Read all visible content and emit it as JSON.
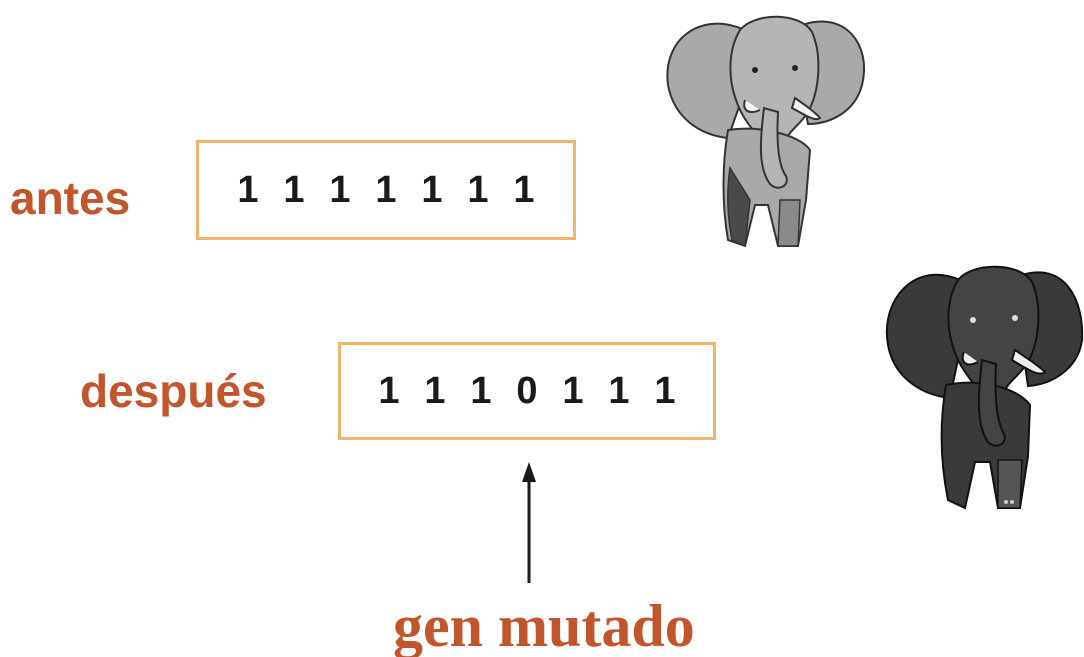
{
  "diagram": {
    "before_label": "antes",
    "after_label": "después",
    "before_bits": [
      "1",
      "1",
      "1",
      "1",
      "1",
      "1",
      "1"
    ],
    "after_bits": [
      "1",
      "1",
      "1",
      "0",
      "1",
      "1",
      "1"
    ],
    "mutation_caption": "gen mutado",
    "colors": {
      "label": "#c2552b",
      "box_border": "#f2b36b",
      "bits": "#1a1a1a",
      "elephant_before": "#a9a9a9",
      "elephant_after": "#3a3a3a"
    },
    "icons": [
      "elephant-gray-icon",
      "elephant-dark-icon",
      "arrow-up-icon"
    ]
  }
}
